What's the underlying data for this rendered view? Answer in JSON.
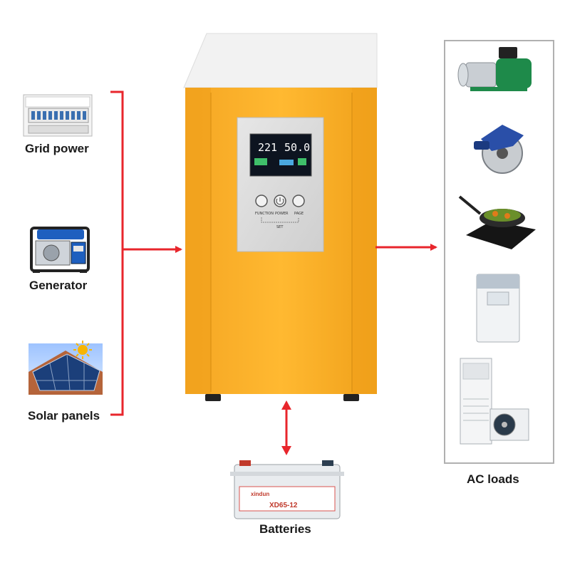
{
  "sources": [
    {
      "id": "grid",
      "label": "Grid power",
      "icon": "breaker-panel-icon"
    },
    {
      "id": "generator",
      "label": "Generator",
      "icon": "generator-icon"
    },
    {
      "id": "solar",
      "label": "Solar panels",
      "icon": "solar-panel-icon"
    }
  ],
  "inverter": {
    "display_voltage": "221",
    "display_frequency": "50.0",
    "buttons": [
      "FUNCTION",
      "POWER",
      "PAGE"
    ],
    "set_label": "SET"
  },
  "battery": {
    "label": "Batteries",
    "brand": "xindun",
    "model": "XD65-12"
  },
  "loads": {
    "label": "AC loads",
    "items": [
      "water-pump-icon",
      "circular-saw-icon",
      "induction-cooker-icon",
      "washing-machine-icon",
      "air-conditioner-icon"
    ]
  },
  "colors": {
    "arrow": "#e8262c",
    "inverter_body": "#f5a623",
    "inverter_top": "#f2f2f2",
    "panel": "#d9d9d9",
    "lcd": "#0d1420"
  }
}
